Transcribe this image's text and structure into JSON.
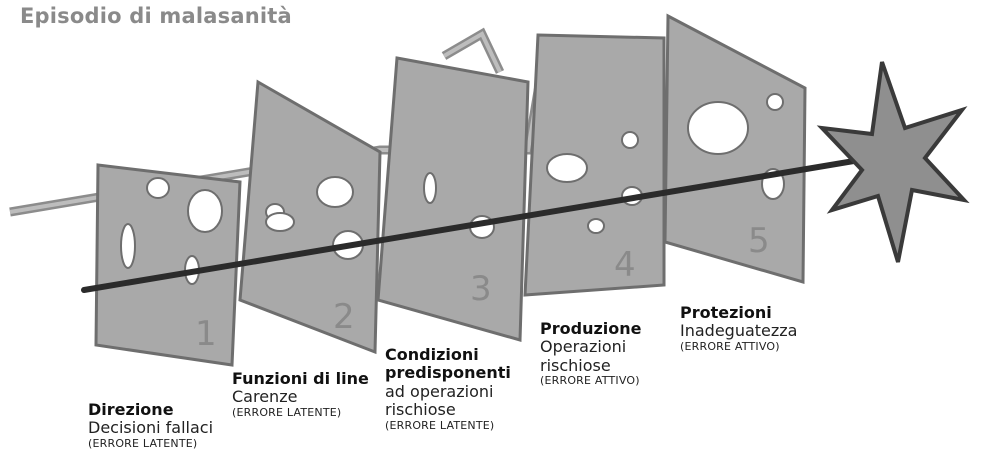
{
  "title": "Episodio di malasanità",
  "slices": [
    {
      "number": "1",
      "heading": "Direzione",
      "description": "Decisioni fallaci",
      "error": "(ERRORE LATENTE)"
    },
    {
      "number": "2",
      "heading": "Funzioni di line",
      "description": "Carenze",
      "error": "(ERRORE LATENTE)"
    },
    {
      "number": "3",
      "heading": "Condizioni",
      "heading2": "predisponenti",
      "description": "ad operazioni",
      "description2": "rischiose",
      "error": "(ERRORE LATENTE)"
    },
    {
      "number": "4",
      "heading": "Produzione",
      "description": "Operazioni",
      "description2": "rischiose",
      "error": "(ERRORE ATTIVO)"
    },
    {
      "number": "5",
      "heading": "Protezioni",
      "description": "Inadeguatezza",
      "error": "(ERRORE ATTIVO)"
    }
  ],
  "colors": {
    "slice_fill": "#a9a9a9",
    "slice_stroke": "#6e6e6e",
    "arrow_dark": "#2b2b2b",
    "arrow_light": "#8c8c8c",
    "burst_fill": "#8f8f8f",
    "title": "#8a8a8a"
  }
}
